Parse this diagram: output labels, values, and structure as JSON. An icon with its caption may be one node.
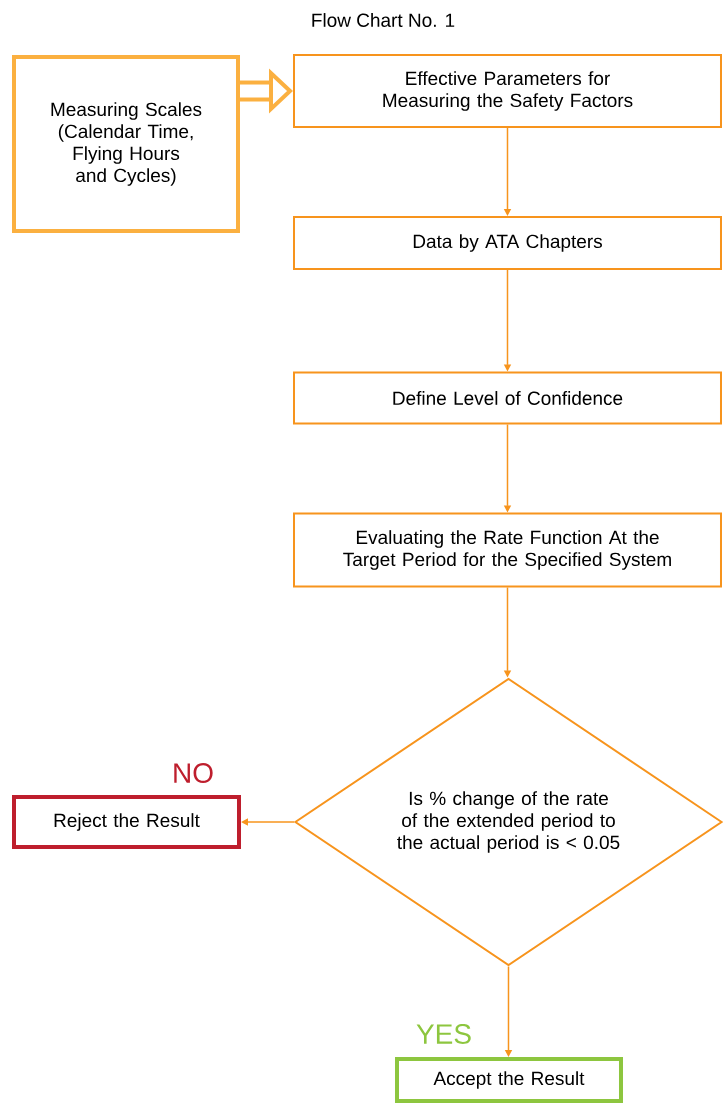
{
  "diagram": {
    "title": "Flow Chart No. 1",
    "nodes": [
      {
        "text": [
          "Measuring Scales (Calendar Time, Flying Hours and Cycles)"
        ]
      },
      {
        "text": [
          "Effective Parameters for Measuring the Safety Factors"
        ]
      },
      {
        "text": [
          "Data by ATA Chapters"
        ]
      },
      {
        "text": [
          "Define Level of Confidence"
        ]
      },
      {
        "text": [
          "Evaluating the Rate Function At the Target Period for the Specified System"
        ]
      },
      {
        "text": [
          "Is % change of the rate of the extended period to the actual period is < 0.05"
        ]
      },
      {
        "text": [
          "Reject the Result"
        ]
      },
      {
        "text": [
          "Accept the Result"
        ]
      }
    ],
    "edges": [
      {
        "from": 0,
        "to": 1,
        "arrow": "to",
        "style": "thick",
        "color": "#fbb040"
      },
      {
        "from": 1,
        "to": 2,
        "arrow": "to"
      },
      {
        "from": 2,
        "to": 3,
        "arrow": "to"
      },
      {
        "from": 3,
        "to": 4,
        "arrow": "to"
      },
      {
        "from": 4,
        "to": 5,
        "arrow": "to"
      },
      {
        "from": 5,
        "to": 6,
        "arrow": "to",
        "label": "NO"
      },
      {
        "from": 5,
        "to": 7,
        "arrow": "to",
        "label": "YES"
      }
    ]
  }
}
